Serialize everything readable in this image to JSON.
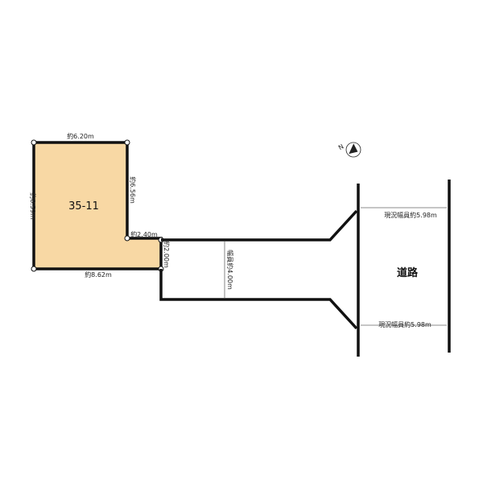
{
  "colors": {
    "lot_fill": "#F8D8A4",
    "outline": "#111111",
    "dimension_line": "#666666",
    "background": "#FFFFFF"
  },
  "lot": {
    "label": "35-11",
    "dimensions": {
      "top": "約6.20m",
      "left": "約8.59m",
      "right_upper": "約6.56m",
      "notch_top": "約2.40m",
      "notch_right": "約2.00m",
      "bottom": "約8.62m"
    }
  },
  "passage": {
    "width_label": "幅員約4.00m"
  },
  "road": {
    "label": "道路",
    "width_top": "現況幅員約5.98m",
    "width_bottom": "現況幅員約5.98m"
  },
  "north_arrow": {
    "label": "N",
    "icon": "north-arrow-icon"
  }
}
